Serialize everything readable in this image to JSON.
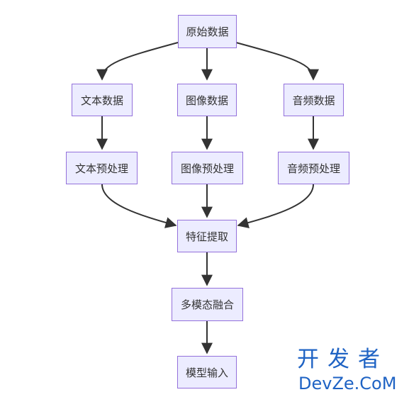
{
  "nodes": {
    "raw_data": "原始数据",
    "text_data": "文本数据",
    "image_data": "图像数据",
    "audio_data": "音频数据",
    "text_preprocess": "文本预处理",
    "image_preprocess": "图像预处理",
    "audio_preprocess": "音频预处理",
    "feature_extraction": "特征提取",
    "multimodal_fusion": "多模态融合",
    "model_input": "模型输入"
  },
  "edges": [
    {
      "from": "raw_data",
      "to": "text_data"
    },
    {
      "from": "raw_data",
      "to": "image_data"
    },
    {
      "from": "raw_data",
      "to": "audio_data"
    },
    {
      "from": "text_data",
      "to": "text_preprocess"
    },
    {
      "from": "image_data",
      "to": "image_preprocess"
    },
    {
      "from": "audio_data",
      "to": "audio_preprocess"
    },
    {
      "from": "text_preprocess",
      "to": "feature_extraction"
    },
    {
      "from": "image_preprocess",
      "to": "feature_extraction"
    },
    {
      "from": "audio_preprocess",
      "to": "feature_extraction"
    },
    {
      "from": "feature_extraction",
      "to": "multimodal_fusion"
    },
    {
      "from": "multimodal_fusion",
      "to": "model_input"
    }
  ],
  "colors": {
    "node_fill": "#ECECFF",
    "node_border": "#9370DB",
    "edge": "#333333",
    "text": "#333333",
    "watermark": "#1f63c4"
  },
  "watermark": {
    "cn": "开发者",
    "en": "DevZe.CoM"
  }
}
